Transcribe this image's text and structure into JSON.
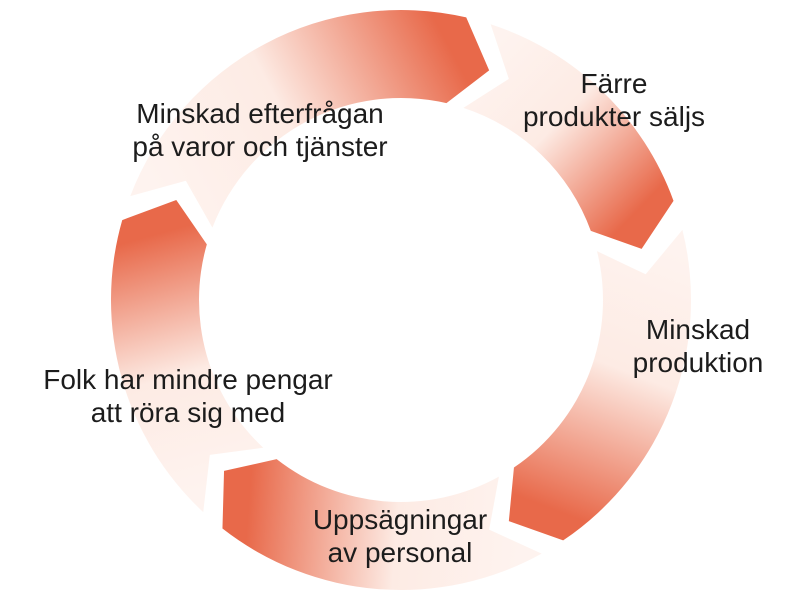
{
  "diagram": {
    "type": "cycle",
    "colors": {
      "dark": "#e8694a",
      "light": "#fdebe4",
      "text": "#1c1c1c"
    },
    "steps": [
      {
        "lines": [
          "Färre",
          "produkter säljs"
        ]
      },
      {
        "lines": [
          "Minskad",
          "produktion"
        ]
      },
      {
        "lines": [
          "Uppsägningar",
          "av personal"
        ]
      },
      {
        "lines": [
          "Folk har mindre pengar",
          "att röra sig med"
        ]
      },
      {
        "lines": [
          "Minskad efterfrågan",
          "på varor och tjänster"
        ]
      }
    ]
  }
}
